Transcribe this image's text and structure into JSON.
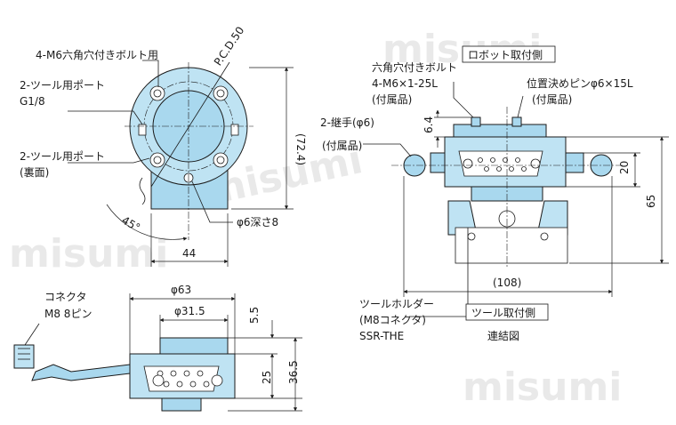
{
  "watermark": "misumi",
  "top_view": {
    "label_bolt_holes": "4-M6六角穴付きボルト用",
    "label_pcd": "P.C.D.50",
    "label_tool_port_1": "2-ツール用ポート",
    "label_tool_port_1b": "G1/8",
    "label_tool_port_2": "2-ツール用ポート",
    "label_tool_port_2b": "(裏面)",
    "dim_height": "(72.4)",
    "dim_angle": "45°",
    "label_pin_hole": "φ6深さ8",
    "dim_width": "44"
  },
  "bottom_view": {
    "label_connector": "コネクタ",
    "label_connector_b": "M8 8ピン",
    "dim_63": "φ63",
    "dim_31_5": "φ31.5",
    "dim_5_5": "5.5",
    "dim_25": "25",
    "dim_36_5": "36.5"
  },
  "right_view": {
    "label_robot_side": "ロボット取付側",
    "label_hex_bolt": "六角穴付きボルト",
    "label_hex_bolt_b": "4-M6×1-25L",
    "label_hex_bolt_c": "(付属品)",
    "label_pin": "位置決めピンφ6×15L",
    "label_pin_b": "(付属品)",
    "label_joint": "2-継手(φ6)",
    "label_joint_b": "(付属品)",
    "dim_6_4": "6.4",
    "dim_20": "20",
    "dim_65": "65",
    "dim_108": "(108)",
    "label_holder": "ツールホルダー",
    "label_holder_b": "(M8コネクタ)",
    "label_holder_c": "SSR-THE",
    "label_tool_side": "ツール取付側",
    "label_caption": "連結図"
  }
}
